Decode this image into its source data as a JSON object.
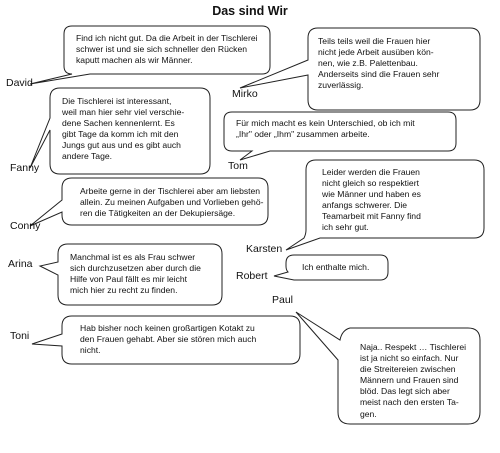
{
  "title": "Das sind Wir",
  "speakers": [
    {
      "id": "david",
      "name": "David",
      "text": "Find ich nicht gut. Da die Arbeit in der Tischlerei\nschwer ist und sie sich schneller den Rücken\nkaputt machen als wir Männer."
    },
    {
      "id": "mirko",
      "name": "Mirko",
      "text": "Teils teils weil die Frauen hier\nnicht jede Arbeit ausüben kön-\nnen, wie z.B. Palettenbau.\nAnderseits sind die Frauen  sehr\nzuverlässig."
    },
    {
      "id": "fanny",
      "name": "Fanny",
      "text": "Die Tischlerei ist interessant,\nweil man hier sehr viel verschie-\ndene Sachen kennenlernt. Es\ngibt Tage da komm ich mit den\nJungs gut aus und es gibt auch\nandere Tage."
    },
    {
      "id": "tom",
      "name": "Tom",
      "text": "Für mich macht es kein Unterschied, ob ich mit\n„Ihr\" oder „Ihm\" zusammen arbeite."
    },
    {
      "id": "conny",
      "name": "Conny",
      "text": "Arbeite gerne in der Tischlerei aber am liebsten\nallein. Zu meinen Aufgaben und Vorlieben gehö-\nren die Tätigkeiten an der Dekupiersäge."
    },
    {
      "id": "karsten",
      "name": "Karsten",
      "text": "Leider werden die Frauen\nnicht gleich so respektiert\nwie Männer und haben es\nanfangs schwerer. Die\nTeamarbeit mit Fanny find\nich sehr gut."
    },
    {
      "id": "arina",
      "name": "Arina",
      "text": "Manchmal ist es als Frau schwer\nsich durchzusetzen aber durch die\nHilfe von Paul fällt es mir leicht\nmich hier zu recht zu finden."
    },
    {
      "id": "robert",
      "name": "Robert",
      "text": "Ich enthalte mich."
    },
    {
      "id": "paul",
      "name": "Paul",
      "text": "Naja.. Respekt … Tischlerei\nist ja nicht so einfach. Nur\ndie Streitereien zwischen\nMännern und Frauen sind\nblöd. Das legt sich aber\nmeist nach den ersten Ta-\ngen."
    },
    {
      "id": "toni",
      "name": "Toni",
      "text": "Hab bisher noch keinen großartigen Kotakt zu\nden Frauen gehabt. Aber sie stören mich auch\nnicht."
    }
  ]
}
